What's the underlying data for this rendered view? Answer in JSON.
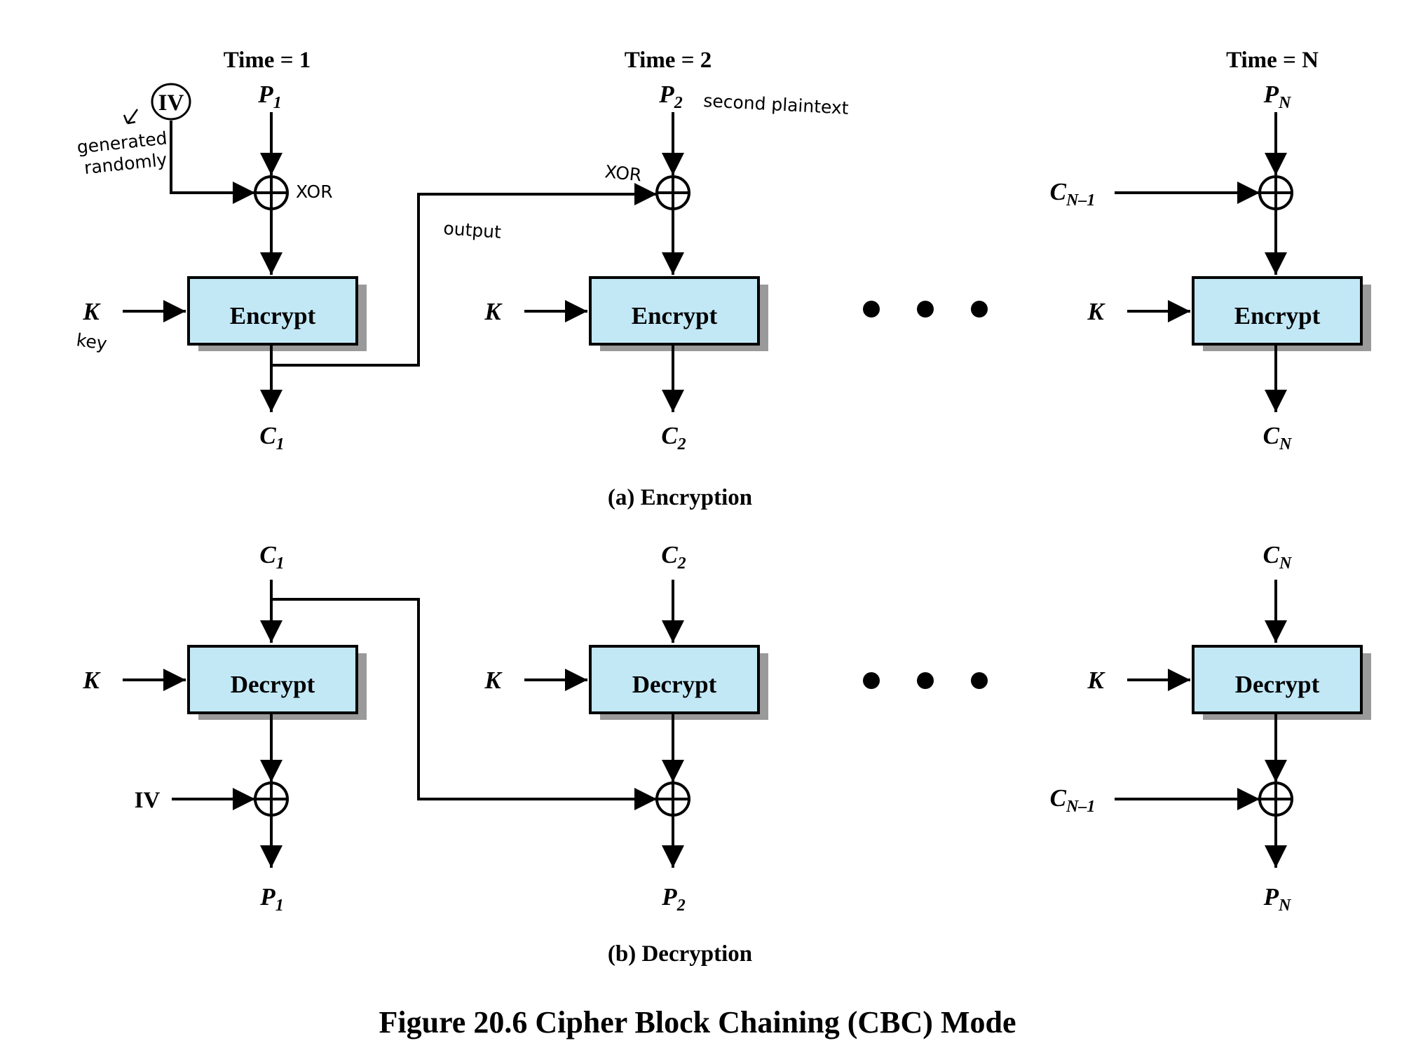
{
  "encryption": {
    "time_labels": [
      "Time = 1",
      "Time = 2",
      "Time = N"
    ],
    "inputs": [
      {
        "letter": "P",
        "sub": "1"
      },
      {
        "letter": "P",
        "sub": "2"
      },
      {
        "letter": "P",
        "sub": "N"
      }
    ],
    "outputs": [
      {
        "letter": "C",
        "sub": "1"
      },
      {
        "letter": "C",
        "sub": "2"
      },
      {
        "letter": "C",
        "sub": "N"
      }
    ],
    "box_label": "Encrypt",
    "key_label": "K",
    "iv_label": "IV",
    "prev_cipher": {
      "letter": "C",
      "sub": "N–1"
    },
    "caption": "(a) Encryption"
  },
  "decryption": {
    "inputs": [
      {
        "letter": "C",
        "sub": "1"
      },
      {
        "letter": "C",
        "sub": "2"
      },
      {
        "letter": "C",
        "sub": "N"
      }
    ],
    "outputs": [
      {
        "letter": "P",
        "sub": "1"
      },
      {
        "letter": "P",
        "sub": "2"
      },
      {
        "letter": "P",
        "sub": "N"
      }
    ],
    "box_label": "Decrypt",
    "key_label": "K",
    "iv_label": "IV",
    "prev_cipher": {
      "letter": "C",
      "sub": "N–1"
    },
    "caption": "(b) Decryption"
  },
  "annotations": {
    "generated": "generated",
    "randomly": "randomly",
    "xor_1": "XOR",
    "xor_2": "XOR",
    "output": "output",
    "second_plaintext": "second plaintext",
    "key": "key"
  },
  "figure_title": "Figure 20.6 Cipher Block Chaining (CBC) Mode",
  "colors": {
    "box_fill": "#c2e8f6",
    "box_shadow": "#9a9a9a",
    "line": "#000000"
  }
}
